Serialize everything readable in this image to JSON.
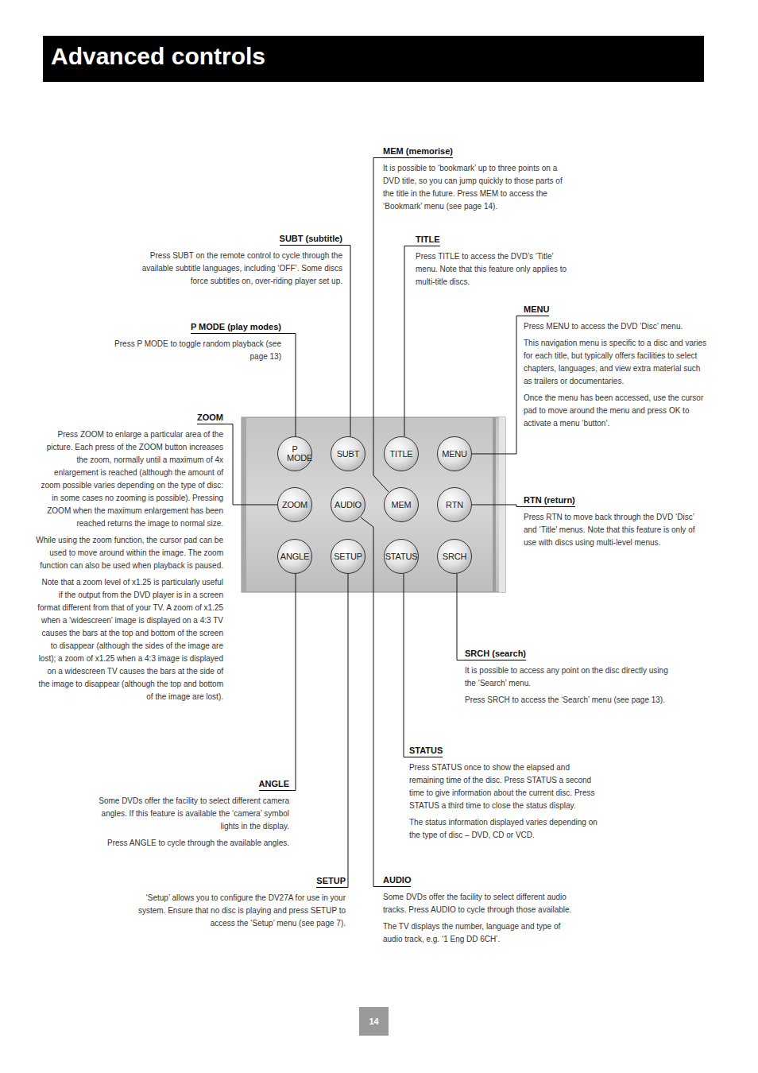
{
  "diagram": {
    "title": "Advanced controls",
    "nodes": [
      {
        "text": [
          "P MODE"
        ]
      },
      {
        "text": [
          "SUBT"
        ]
      },
      {
        "text": [
          "TITLE"
        ]
      },
      {
        "text": [
          "MENU"
        ]
      },
      {
        "text": [
          "ZOOM"
        ]
      },
      {
        "text": [
          "AUDIO"
        ]
      },
      {
        "text": [
          "MEM"
        ]
      },
      {
        "text": [
          "RTN"
        ]
      },
      {
        "text": [
          "ANGLE"
        ]
      },
      {
        "text": [
          "SETUP"
        ]
      },
      {
        "text": [
          "STATUS"
        ]
      },
      {
        "text": [
          "SRCH"
        ]
      }
    ],
    "labels": [
      "MEM (memorise)",
      "It is possible to ‘bookmark’ up to three points on a DVD title, so you can jump quickly to those parts of the title in the future. Press MEM to access the ‘Bookmark’ menu (see page 14).",
      "SUBT (subtitle)",
      "Press SUBT on the remote control to cycle through the available subtitle languages, including ‘OFF’. Some discs force subtitles on, over-riding player set up.",
      "TITLE",
      "Press TITLE to access the DVD’s ‘Title’ menu. Note that this feature only applies to multi-title discs.",
      "MENU",
      "Press MENU to access the DVD ‘Disc’ menu.",
      "This navigation menu is specific to a disc and varies for each title, but typically offers facilities to select chapters, languages, and view extra material such as trailers or documentaries.",
      "Once the menu has been accessed, use the cursor pad to move around the menu and press OK to activate a menu ‘button’.",
      "P MODE (play modes)",
      "Press P MODE to toggle random playback (see page 13)",
      "ZOOM",
      "Press ZOOM to enlarge a particular area of the picture. Each press of the ZOOM button increases the zoom, normally until a maximum of 4x enlargement is reached (although the amount of zoom possible varies depending on the type of disc: in some cases no zooming is possible). Pressing ZOOM when the maximum enlargement has been reached returns the image to normal size.",
      "While using the zoom function, the cursor pad can be used to move around within the image. The zoom function can also be used when playback is paused.",
      "Note that a zoom level of x1.25 is particularly useful if the output from the DVD player is in a screen format different from that of your TV. A zoom of x1.25 when a ‘widescreen’ image is displayed on a 4:3 TV causes the bars at the top and bottom of the screen to disappear (although the sides of the image are lost); a zoom of x1.25 when a 4:3 image is displayed on a widescreen TV causes the bars at the side of the image to disappear (although the top and bottom of the image are lost).",
      "RTN (return)",
      "Press RTN to move back through the DVD ‘Disc’ and ‘Title’ menus. Note that this feature is only of use with discs using multi-level menus.",
      "SRCH (search)",
      "It is possible to access any point on the disc directly using the ‘Search’ menu.",
      "Press SRCH to access the ‘Search’ menu (see page 13).",
      "STATUS",
      "Press STATUS once to show the elapsed and remaining time of the disc. Press STATUS a second time to give information about the current disc. Press STATUS a third time to close the status display.",
      "The status information displayed varies depending on the type of disc – DVD, CD or VCD.",
      "ANGLE",
      "Some DVDs offer the facility to select different camera angles. If this feature is available the ‘camera’ symbol lights in the display.",
      "Press ANGLE to cycle through the available angles.",
      "SETUP",
      "‘Setup’ allows you to configure the DV27A for use in your system. Ensure that no disc is playing and press SETUP to access the ‘Setup’ menu (see page 7).",
      "AUDIO",
      "Some DVDs offer the facility to select different audio tracks. Press AUDIO to cycle through those available.",
      "The TV displays the number, language and type of audio track, e.g. ‘1 Eng DD 6CH’.",
      "14"
    ]
  }
}
